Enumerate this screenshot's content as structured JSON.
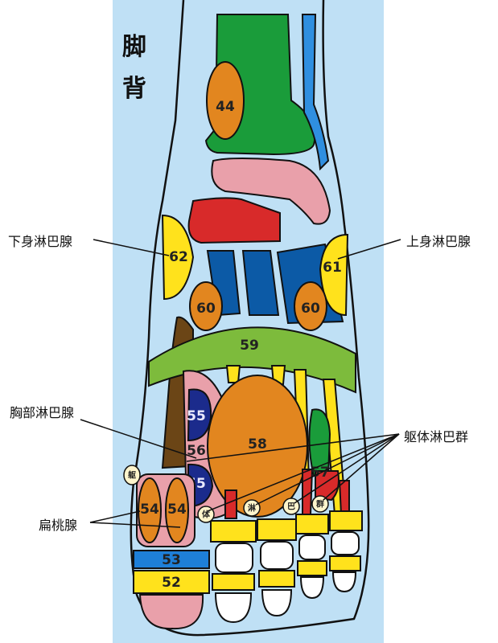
{
  "title_lines": [
    "脚",
    "背"
  ],
  "labels": {
    "lower_body_lymph": "下身淋巴腺",
    "upper_body_lymph": "上身淋巴腺",
    "chest_lymph": "胸部淋巴腺",
    "trunk_lymph_group": "躯体淋巴群",
    "tonsils": "扁桃腺"
  },
  "zones": {
    "z44": "44",
    "z62": "62",
    "z61": "61",
    "z60a": "60",
    "z60b": "60",
    "z59": "59",
    "z55a": "55",
    "z56": "56",
    "z55b": "55",
    "z58": "58",
    "z57": "57",
    "z54a": "54",
    "z54b": "54",
    "z53": "53",
    "z52": "52"
  },
  "markers": [
    "躯",
    "体",
    "淋",
    "巴",
    "群"
  ],
  "colors": {
    "background": "#bfe0f5",
    "green": "#1a9c3a",
    "light_green": "#7dbb3c",
    "orange": "#e2861f",
    "yellow": "#ffe21c",
    "red": "#d82a2a",
    "pink": "#e9a0aa",
    "blue": "#0c5aa6",
    "dark_blue": "#1b2b8c",
    "brown": "#6b4516",
    "light_blue": "#2f8fe0"
  }
}
